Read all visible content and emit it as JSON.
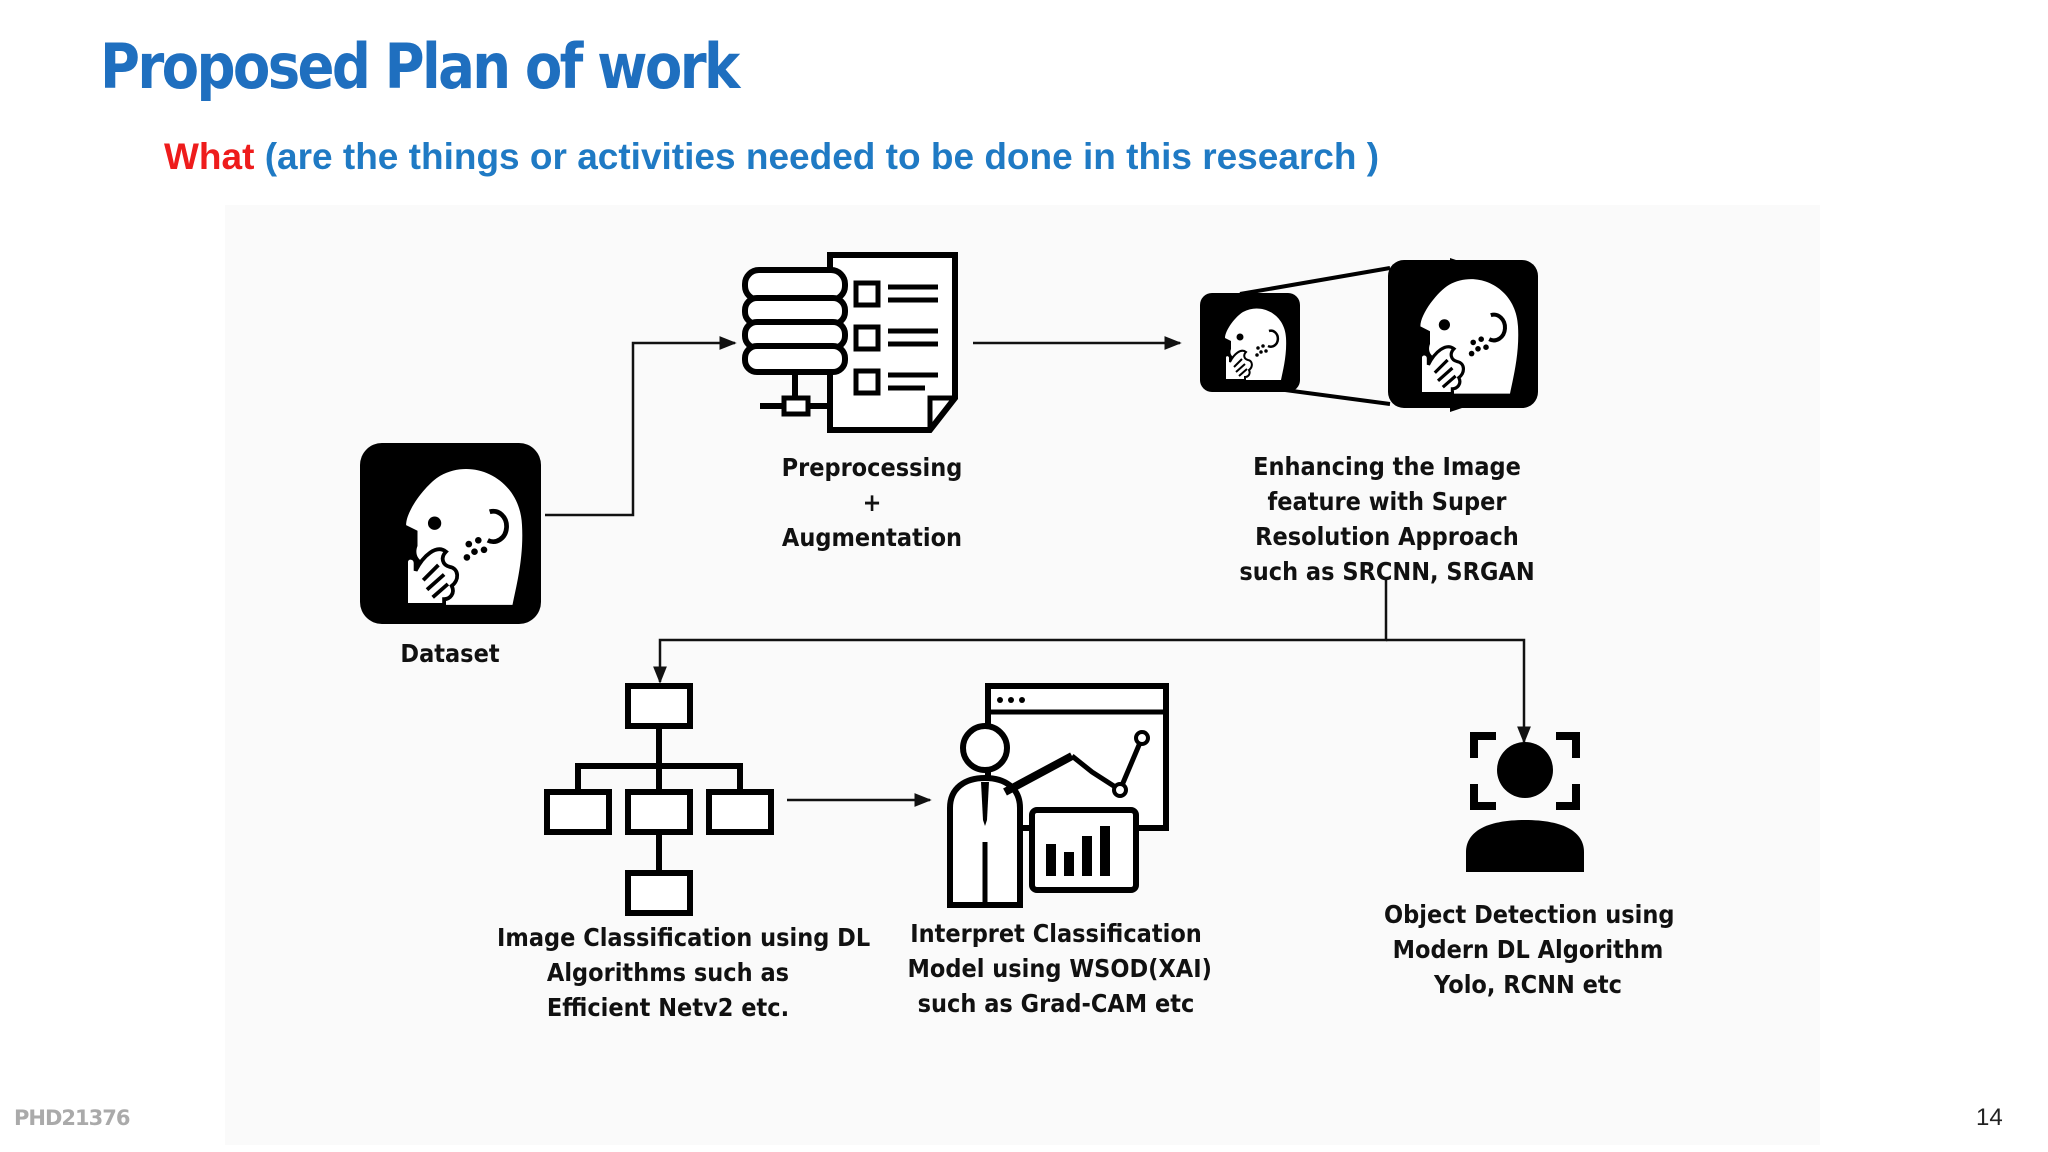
{
  "slide": {
    "title": "Proposed Plan of work",
    "subtitle_what": "What",
    "subtitle_rest": " (are the things or activities needed to be done in this research )",
    "footer_id": "PHD21376",
    "page_number": "14",
    "colors": {
      "title": "#1f6fbf",
      "what": "#ee1c1c",
      "subtitle": "#1f7ac4"
    }
  },
  "diagram": {
    "dataset_label": "Dataset",
    "preprocessing_label": "Preprocessing\n+\nAugmentation",
    "enhancing_label": "Enhancing the Image\nfeature with Super\nResolution Approach\nsuch as SRCNN, SRGAN",
    "classification_label": "Image Classification using DL\nAlgorithms such as\nEfficient Netv2 etc.",
    "interpret_label": "Interpret Classification\nModel using WSOD(XAI)\nsuch as Grad-CAM etc",
    "detection_label": "Object Detection using\nModern DL Algorithm\nYolo, RCNN etc",
    "icons": [
      "patient-head-icon",
      "database-document-icon",
      "image-zoom-icon",
      "hierarchy-tree-icon",
      "presenter-chart-icon",
      "face-detection-icon"
    ]
  }
}
